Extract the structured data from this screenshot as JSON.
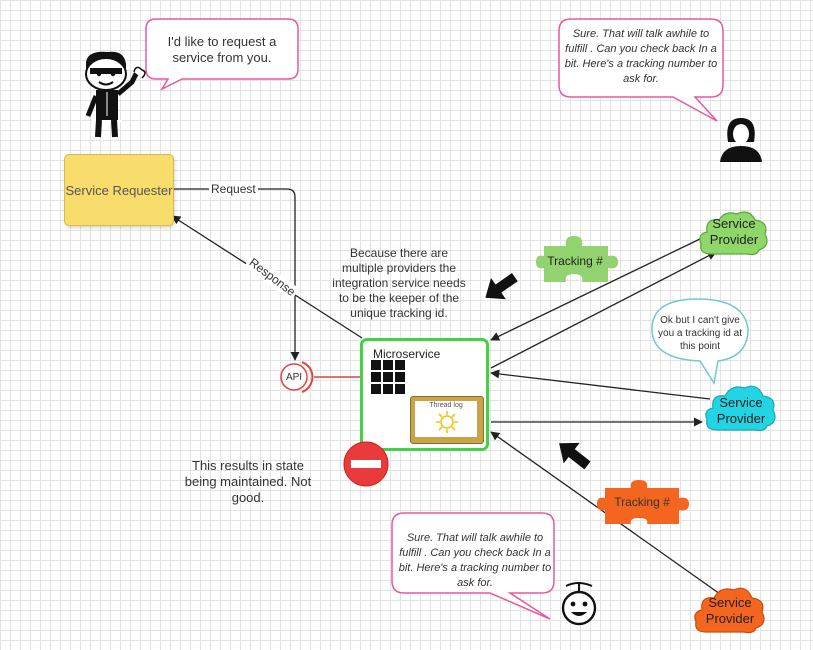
{
  "bubbles": {
    "requester": "I'd like to request a service from you.",
    "provider_woman": "Sure. That will talk awhile to fulfill . Can you check back In a bit. Here's a tracking number to ask for.",
    "provider_middle": "Ok but I can't give you a tracking id at this point",
    "provider_bottom": "Sure. That will talk awhile to fulfill . Can you check back In a bit. Here's a tracking number to ask for."
  },
  "service_requester": "Service Requester",
  "microservice": {
    "title": "Microservice",
    "thread_log": "Thread log"
  },
  "api_label": "API",
  "edges": {
    "request": "Request",
    "response": "Response"
  },
  "providers": {
    "top": "Service Provider",
    "middle": "Service Provider",
    "bottom": "Service Provider"
  },
  "tracking": {
    "top": "Tracking #",
    "bottom": "Tracking #"
  },
  "notes": {
    "keeper": "Because there are multiple providers the integration service needs to be the keeper of the unique tracking id.",
    "state": "This results in state being maintained. Not good."
  },
  "colors": {
    "requester_fill": "#f8dc6c",
    "microservice_border": "#46d046",
    "provider_green": "#8fd66b",
    "provider_cyan": "#22d4e4",
    "provider_orange": "#f4661f",
    "puzzle_green": "#93d36f",
    "puzzle_orange": "#f4661f",
    "api_red": "#e0453f",
    "no_entry_red": "#e93b3b"
  }
}
